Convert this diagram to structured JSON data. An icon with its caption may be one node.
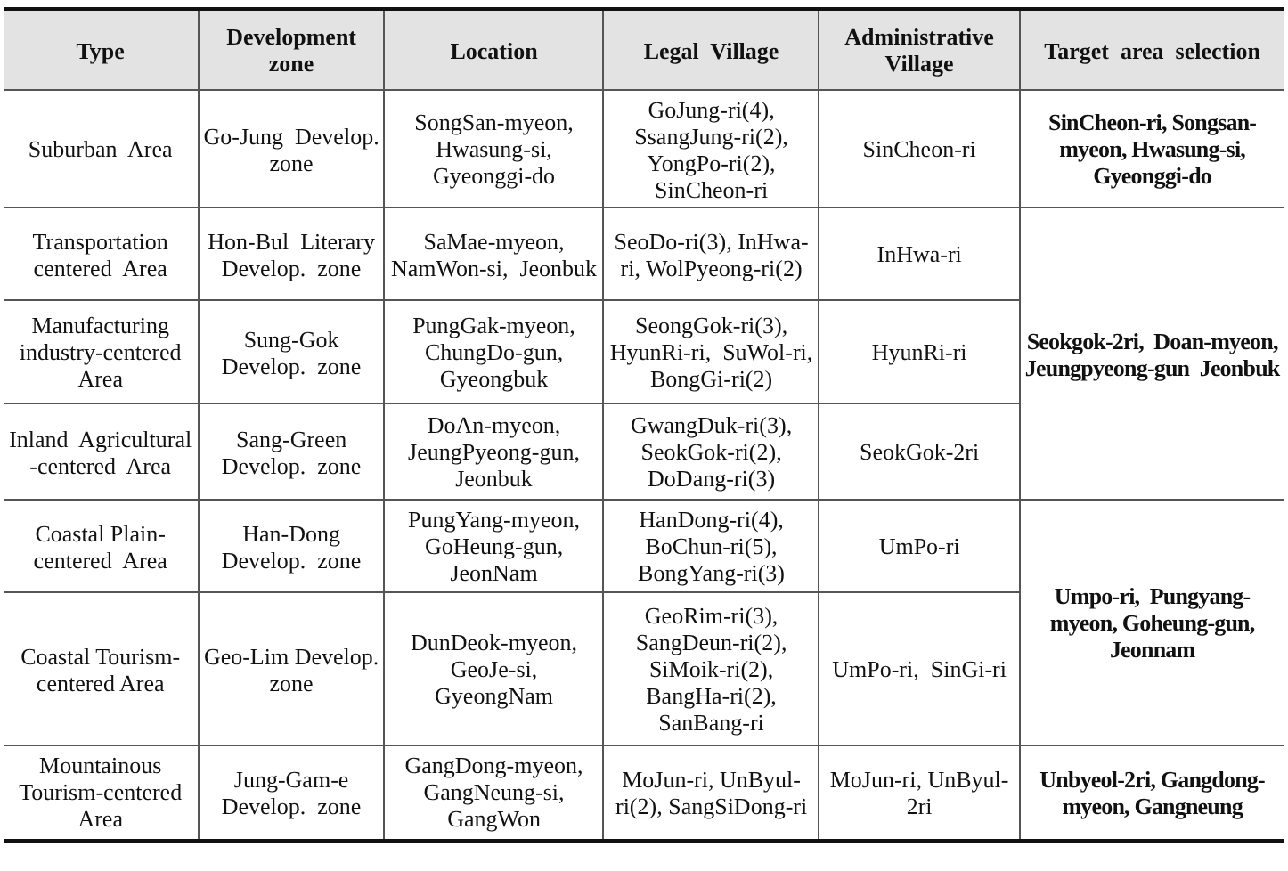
{
  "diagram": {
    "labels": [
      "Type",
      "Development zone",
      "Location",
      "Legal  Village",
      "Administrative Village",
      "Target  area  selection",
      "Suburban  Area",
      "Go-Jung  Develop. zone",
      "SongSan-myeon, Hwasung-si, Gyeonggi-do",
      "GoJung-ri(4), SsangJung-ri(2), YongPo-ri(2), SinCheon-ri",
      "SinCheon-ri",
      "SinCheon-ri, Songsan-myeon, Hwasung-si,  Gyeonggi-do",
      "Transportation centered  Area",
      "Hon-Bul  Literary Develop.  zone",
      "SaMae-myeon, NamWon-si,  Jeonbuk",
      "SeoDo-ri(3), InHwa-ri, WolPyeong-ri(2)",
      "InHwa-ri",
      "Seokgok-2ri,  Doan-myeon, Jeungpyeong-gun  Jeonbuk",
      "Manufacturing industry-centered Area",
      "Sung-Gok Develop.  zone",
      "PungGak-myeon, ChungDo-gun, Gyeongbuk",
      "SeongGok-ri(3), HyunRi-ri,  SuWol-ri, BongGi-ri(2)",
      "HyunRi-ri",
      "Inland  Agricultural -centered  Area",
      "Sang-Green Develop.  zone",
      "DoAn-myeon, JeungPyeong-gun, Jeonbuk",
      "GwangDuk-ri(3), SeokGok-ri(2), DoDang-ri(3)",
      "SeokGok-2ri",
      "Coastal Plain-centered  Area",
      "Han-Dong Develop.  zone",
      "PungYang-myeon, GoHeung-gun, JeonNam",
      "HanDong-ri(4), BoChun-ri(5), BongYang-ri(3)",
      "UmPo-ri",
      "Umpo-ri,  Pungyang-myeon, Goheung-gun,  Jeonnam",
      "Coastal Tourism-centered Area",
      "Geo-Lim Develop.  zone",
      "DunDeok-myeon, GeoJe-si, GyeongNam",
      "GeoRim-ri(3), SangDeun-ri(2), SiMoik-ri(2), BangHa-ri(2), SanBang-ri",
      "UmPo-ri,  SinGi-ri",
      "Mountainous Tourism-centered Area",
      "Jung-Gam-e Develop.  zone",
      "GangDong-myeon, GangNeung-si, GangWon",
      "MoJun-ri, UnByul-ri(2), SangSiDong-ri",
      "MoJun-ri, UnByul-2ri",
      "Unbyeol-2ri, Gangdong-myeon, Gangneung"
    ]
  }
}
